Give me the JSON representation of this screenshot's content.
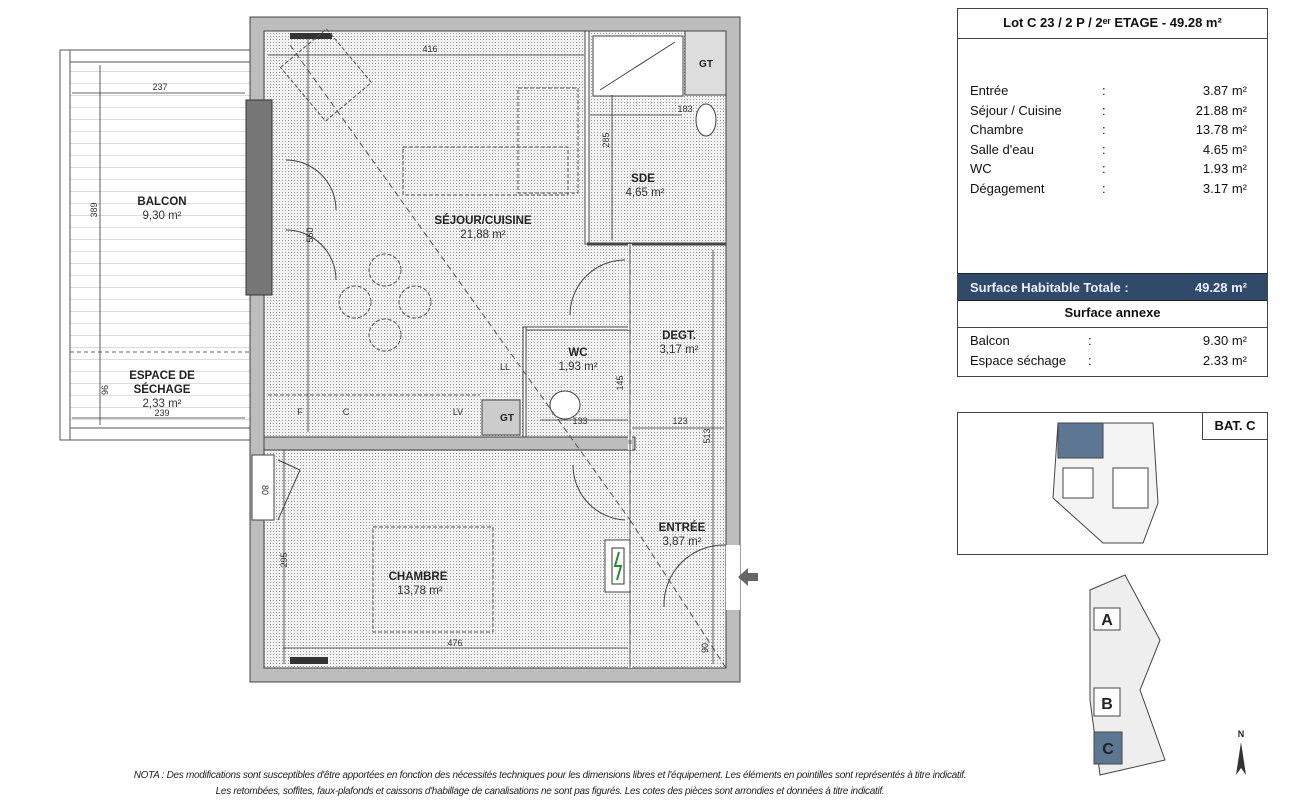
{
  "table": {
    "title": "Lot C 23 / 2 P / 2ᵉʳ ETAGE - 49.28 m²",
    "rooms": [
      {
        "name": "Entrée",
        "sep": ":",
        "area": "3.87 m²"
      },
      {
        "name": "Séjour / Cuisine",
        "sep": ":",
        "area": "21.88 m²"
      },
      {
        "name": "Chambre",
        "sep": ":",
        "area": "13.78 m²"
      },
      {
        "name": "Salle d'eau",
        "sep": ":",
        "area": "4.65 m²"
      },
      {
        "name": "WC",
        "sep": ":",
        "area": "1.93 m²"
      },
      {
        "name": "Dégagement",
        "sep": ":",
        "area": "3.17 m²"
      }
    ],
    "total_label": "Surface Habitable Totale :",
    "total_value": "49.28 m²",
    "annex_title": "Surface annexe",
    "annex": [
      {
        "name": "Balcon",
        "sep": ":",
        "area": "9.30 m²"
      },
      {
        "name": "Espace séchage",
        "sep": ":",
        "area": "2.33 m²"
      }
    ]
  },
  "building": {
    "label": "BAT. C",
    "blocks": [
      "A",
      "B",
      "C"
    ],
    "north": "N"
  },
  "plan": {
    "rooms": {
      "balcon": {
        "name": "BALCON",
        "area": "9,30 m²"
      },
      "sechage": {
        "name1": "ESPACE DE",
        "name2": "SÉCHAGE",
        "area": "2,33 m²"
      },
      "sejour": {
        "name": "SÉJOUR/CUISINE",
        "area": "21,88 m²"
      },
      "sde": {
        "name": "SDE",
        "area": "4,65 m²"
      },
      "wc": {
        "name": "WC",
        "area": "1,93 m²"
      },
      "degt": {
        "name": "DEGT.",
        "area": "3,17 m²"
      },
      "chambre": {
        "name": "CHAMBRE",
        "area": "13,78 m²"
      },
      "entree": {
        "name": "ENTRÉE",
        "area": "3,87 m²"
      }
    },
    "dims": {
      "d416": "416",
      "d237": "237",
      "d389": "389",
      "d550": "550",
      "d285a": "285",
      "d183": "183",
      "d96": "96",
      "d239": "239",
      "d133": "133",
      "d145": "145",
      "d123": "123",
      "d513": "513",
      "d80": "80",
      "d295": "295",
      "d476": "476",
      "d90": "90"
    },
    "equip": {
      "gt1": "GT",
      "gt2": "GT",
      "f": "F",
      "c": "C",
      "ll": "LL",
      "lv": "LV"
    }
  },
  "nota": {
    "line1": "NOTA : Des modifications sont susceptibles d'être apportées en fonction des nécessités techniques pour les dimensions libres et l'équipement. Les éléments en pointilles sont représentés à titre indicatif.",
    "line2": "Les retombées, soffites, faux-plafonds et caissons d'habillage de canalisations ne sont pas figurés. Les cotes des pièces sont arrondies et données à titre indicatif."
  }
}
